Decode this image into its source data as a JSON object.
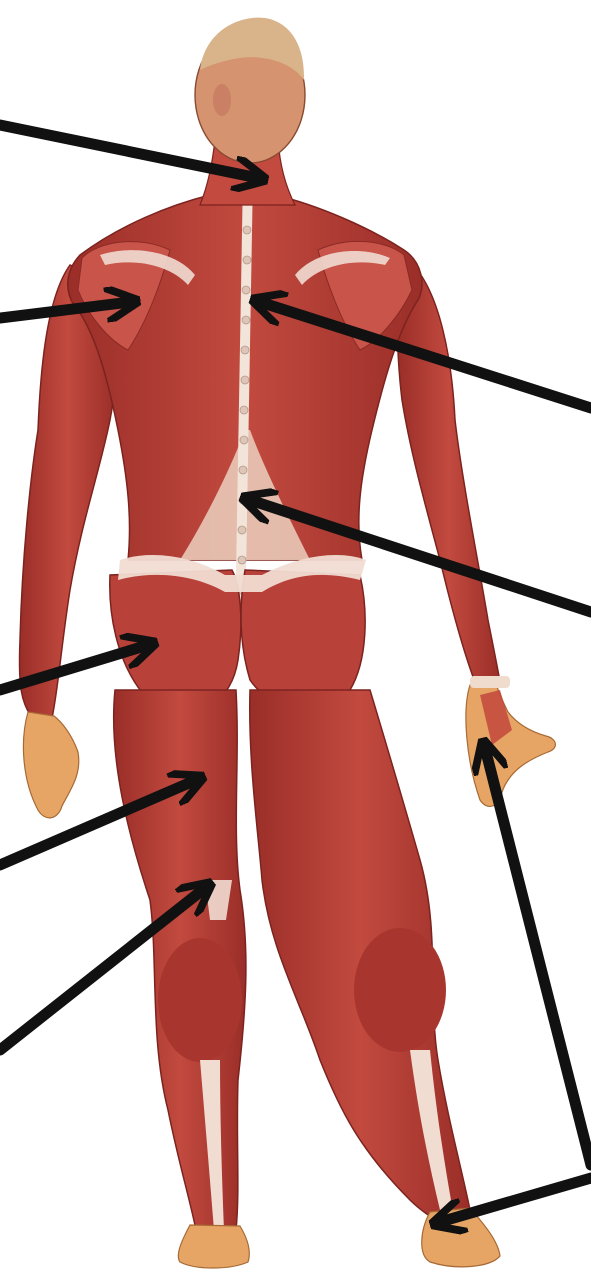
{
  "figure": {
    "subject": "posterior-muscles-of-human-body",
    "colors": {
      "background": "#ffffff",
      "muscle": "#b8413a",
      "muscle_dark": "#8a2a25",
      "muscle_light": "#d9786a",
      "tendon": "#f1dcd2",
      "skin": "#e8a96a",
      "hair": "#d9b48a",
      "arrow": "#111111"
    },
    "arrows": [
      {
        "name": "arrow-neck",
        "target": "neck"
      },
      {
        "name": "arrow-shoulder",
        "target": "deltoid"
      },
      {
        "name": "arrow-upper-back",
        "target": "trapezius"
      },
      {
        "name": "arrow-lower-back",
        "target": "latissimus-dorsi"
      },
      {
        "name": "arrow-gluteus",
        "target": "gluteus-maximus"
      },
      {
        "name": "arrow-hamstring",
        "target": "hamstrings"
      },
      {
        "name": "arrow-knee",
        "target": "knee-tendon"
      },
      {
        "name": "arrow-hand",
        "target": "hand"
      },
      {
        "name": "arrow-achilles",
        "target": "achilles-tendon"
      }
    ]
  }
}
